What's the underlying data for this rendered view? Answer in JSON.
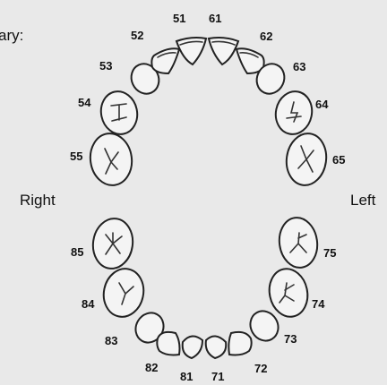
{
  "heading": "ary:",
  "sides": {
    "right": "Right",
    "left": "Left"
  },
  "upper_teeth": [
    {
      "label": "51"
    },
    {
      "label": "61"
    },
    {
      "label": "52"
    },
    {
      "label": "62"
    },
    {
      "label": "53"
    },
    {
      "label": "63"
    },
    {
      "label": "54"
    },
    {
      "label": "64"
    },
    {
      "label": "55"
    },
    {
      "label": "65"
    }
  ],
  "lower_teeth": [
    {
      "label": "85"
    },
    {
      "label": "75"
    },
    {
      "label": "84"
    },
    {
      "label": "74"
    },
    {
      "label": "83"
    },
    {
      "label": "73"
    },
    {
      "label": "82"
    },
    {
      "label": "72"
    },
    {
      "label": "81"
    },
    {
      "label": "71"
    }
  ]
}
